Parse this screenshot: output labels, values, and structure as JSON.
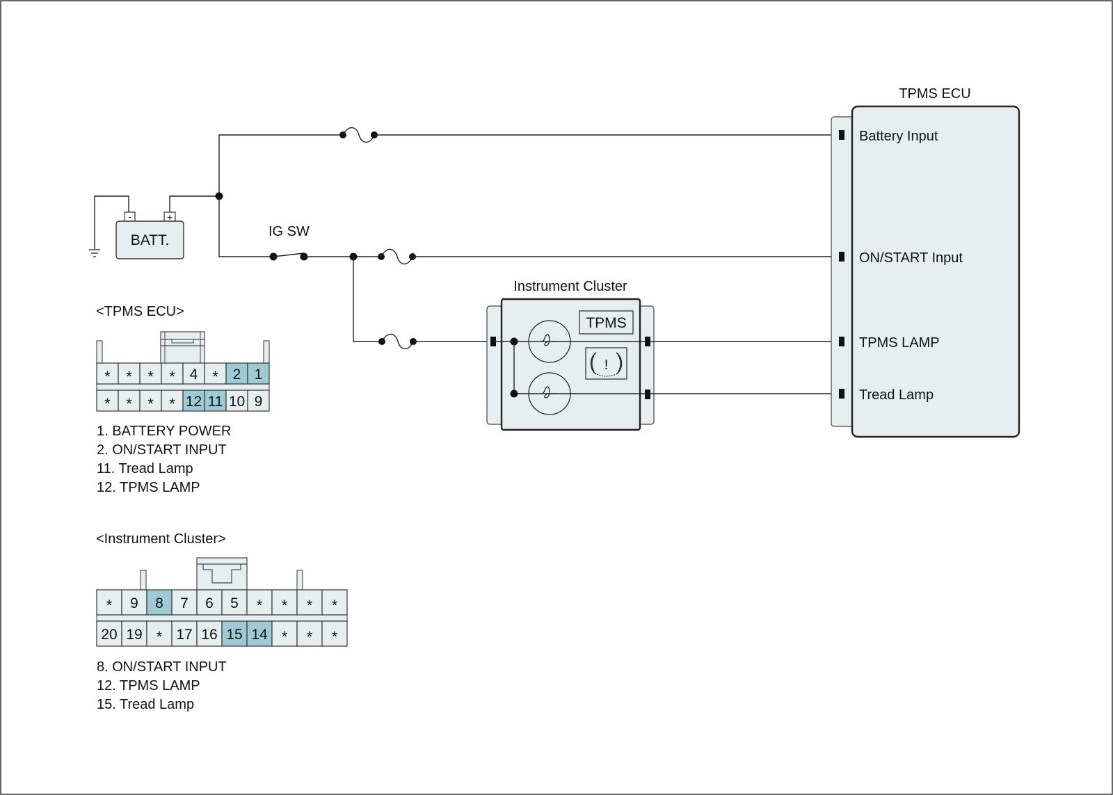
{
  "colors": {
    "box_fill": "#e6eeef",
    "highlight_pin": "#9ccbd4",
    "wire": "#222222"
  },
  "battery": {
    "label": "BATT.",
    "neg_terminal": "-",
    "pos_terminal": "+"
  },
  "ig_switch": {
    "label": "IG SW"
  },
  "tpms_ecu": {
    "title": "TPMS ECU",
    "inputs": [
      {
        "label": "Battery Input"
      },
      {
        "label": "ON/START Input"
      },
      {
        "label": "TPMS LAMP"
      },
      {
        "label": "Tread Lamp"
      }
    ]
  },
  "instrument_cluster": {
    "title": "Instrument Cluster",
    "tpms_label": "TPMS",
    "warning_icon": "tire-pressure-warning-icon",
    "warning_glyph": "!"
  },
  "connector_tpms_ecu": {
    "title": "<TPMS ECU>",
    "rows": [
      [
        {
          "t": "*",
          "hl": false
        },
        {
          "t": "*",
          "hl": false
        },
        {
          "t": "*",
          "hl": false
        },
        {
          "t": "*",
          "hl": false
        },
        {
          "t": "4",
          "hl": false
        },
        {
          "t": "*",
          "hl": false
        },
        {
          "t": "2",
          "hl": true
        },
        {
          "t": "1",
          "hl": true
        }
      ],
      [
        {
          "t": "*",
          "hl": false
        },
        {
          "t": "*",
          "hl": false
        },
        {
          "t": "*",
          "hl": false
        },
        {
          "t": "*",
          "hl": false
        },
        {
          "t": "12",
          "hl": true
        },
        {
          "t": "11",
          "hl": true
        },
        {
          "t": "10",
          "hl": false
        },
        {
          "t": "9",
          "hl": false
        }
      ]
    ],
    "legend": [
      "1. BATTERY POWER",
      "2. ON/START INPUT",
      "11. Tread Lamp",
      "12. TPMS LAMP"
    ]
  },
  "connector_cluster": {
    "title": "<Instrument Cluster>",
    "rows": [
      [
        {
          "t": "*",
          "hl": false
        },
        {
          "t": "9",
          "hl": false
        },
        {
          "t": "8",
          "hl": true
        },
        {
          "t": "7",
          "hl": false
        },
        {
          "t": "6",
          "hl": false
        },
        {
          "t": "5",
          "hl": false
        },
        {
          "t": "*",
          "hl": false
        },
        {
          "t": "*",
          "hl": false
        },
        {
          "t": "*",
          "hl": false
        },
        {
          "t": "*",
          "hl": false
        }
      ],
      [
        {
          "t": "20",
          "hl": false
        },
        {
          "t": "19",
          "hl": false
        },
        {
          "t": "*",
          "hl": false
        },
        {
          "t": "17",
          "hl": false
        },
        {
          "t": "16",
          "hl": false
        },
        {
          "t": "15",
          "hl": true
        },
        {
          "t": "14",
          "hl": true
        },
        {
          "t": "*",
          "hl": false
        },
        {
          "t": "*",
          "hl": false
        },
        {
          "t": "*",
          "hl": false
        }
      ]
    ],
    "legend": [
      "8. ON/START INPUT",
      "12. TPMS LAMP",
      "15. Tread Lamp"
    ]
  }
}
